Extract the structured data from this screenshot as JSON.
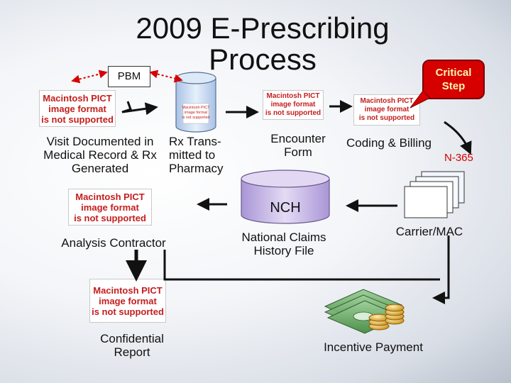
{
  "title": "2009 E-Prescribing Process",
  "pbm_label": "PBM",
  "callout": {
    "line1": "Critical",
    "line2": "Step"
  },
  "pict_placeholder": {
    "line1": "Macintosh PICT",
    "line2": "image format",
    "line3": "is not supported"
  },
  "steps": {
    "visit": {
      "line1": "Visit Documented in",
      "line2": "Medical Record & Rx",
      "line3": "Generated"
    },
    "transmit": {
      "line1": "Rx Trans-",
      "line2": "mitted to",
      "line3": "Pharmacy"
    },
    "encounter": {
      "line1": "Encounter",
      "line2": "Form"
    },
    "coding": "Coding & Billing",
    "n365": "N-365",
    "nch": "NCH",
    "nch_desc": {
      "line1": "National Claims",
      "line2": "History File"
    },
    "carrier": "Carrier/MAC",
    "analysis": "Analysis Contractor",
    "report": {
      "line1": "Confidential",
      "line2": "Report"
    },
    "incentive": "Incentive Payment"
  },
  "colors": {
    "callout_fill": "#d60000",
    "dotted_arrow": "#d60000",
    "cylinder": "#c8d9f0",
    "nch_cylinder": "#c9b7e6"
  },
  "icons": [
    "flow-arrow-icon",
    "dotted-double-arrow-icon",
    "database-cylinder-icon",
    "document-stack-icon",
    "money-coins-icon"
  ]
}
